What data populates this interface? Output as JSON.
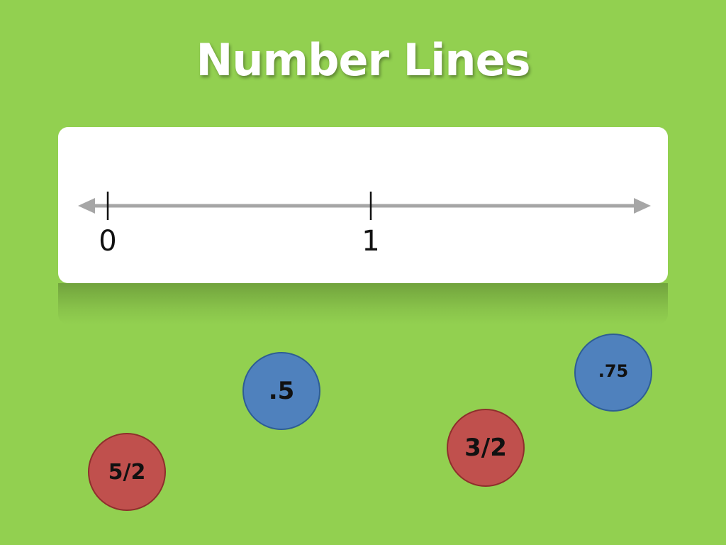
{
  "slide": {
    "title": "Number Lines",
    "background_color": "#92d050"
  },
  "number_line": {
    "line_color": "#a6a6a6",
    "tick_color": "#111111",
    "ticks": [
      {
        "value": 0,
        "label": "0"
      },
      {
        "value": 1,
        "label": "1"
      }
    ]
  },
  "tokens": [
    {
      "label": ".5",
      "color": "#4f81bd"
    },
    {
      "label": ".75",
      "color": "#4f81bd"
    },
    {
      "label": "3/2",
      "color": "#c0504d"
    },
    {
      "label": "5/2",
      "color": "#c0504d"
    }
  ]
}
